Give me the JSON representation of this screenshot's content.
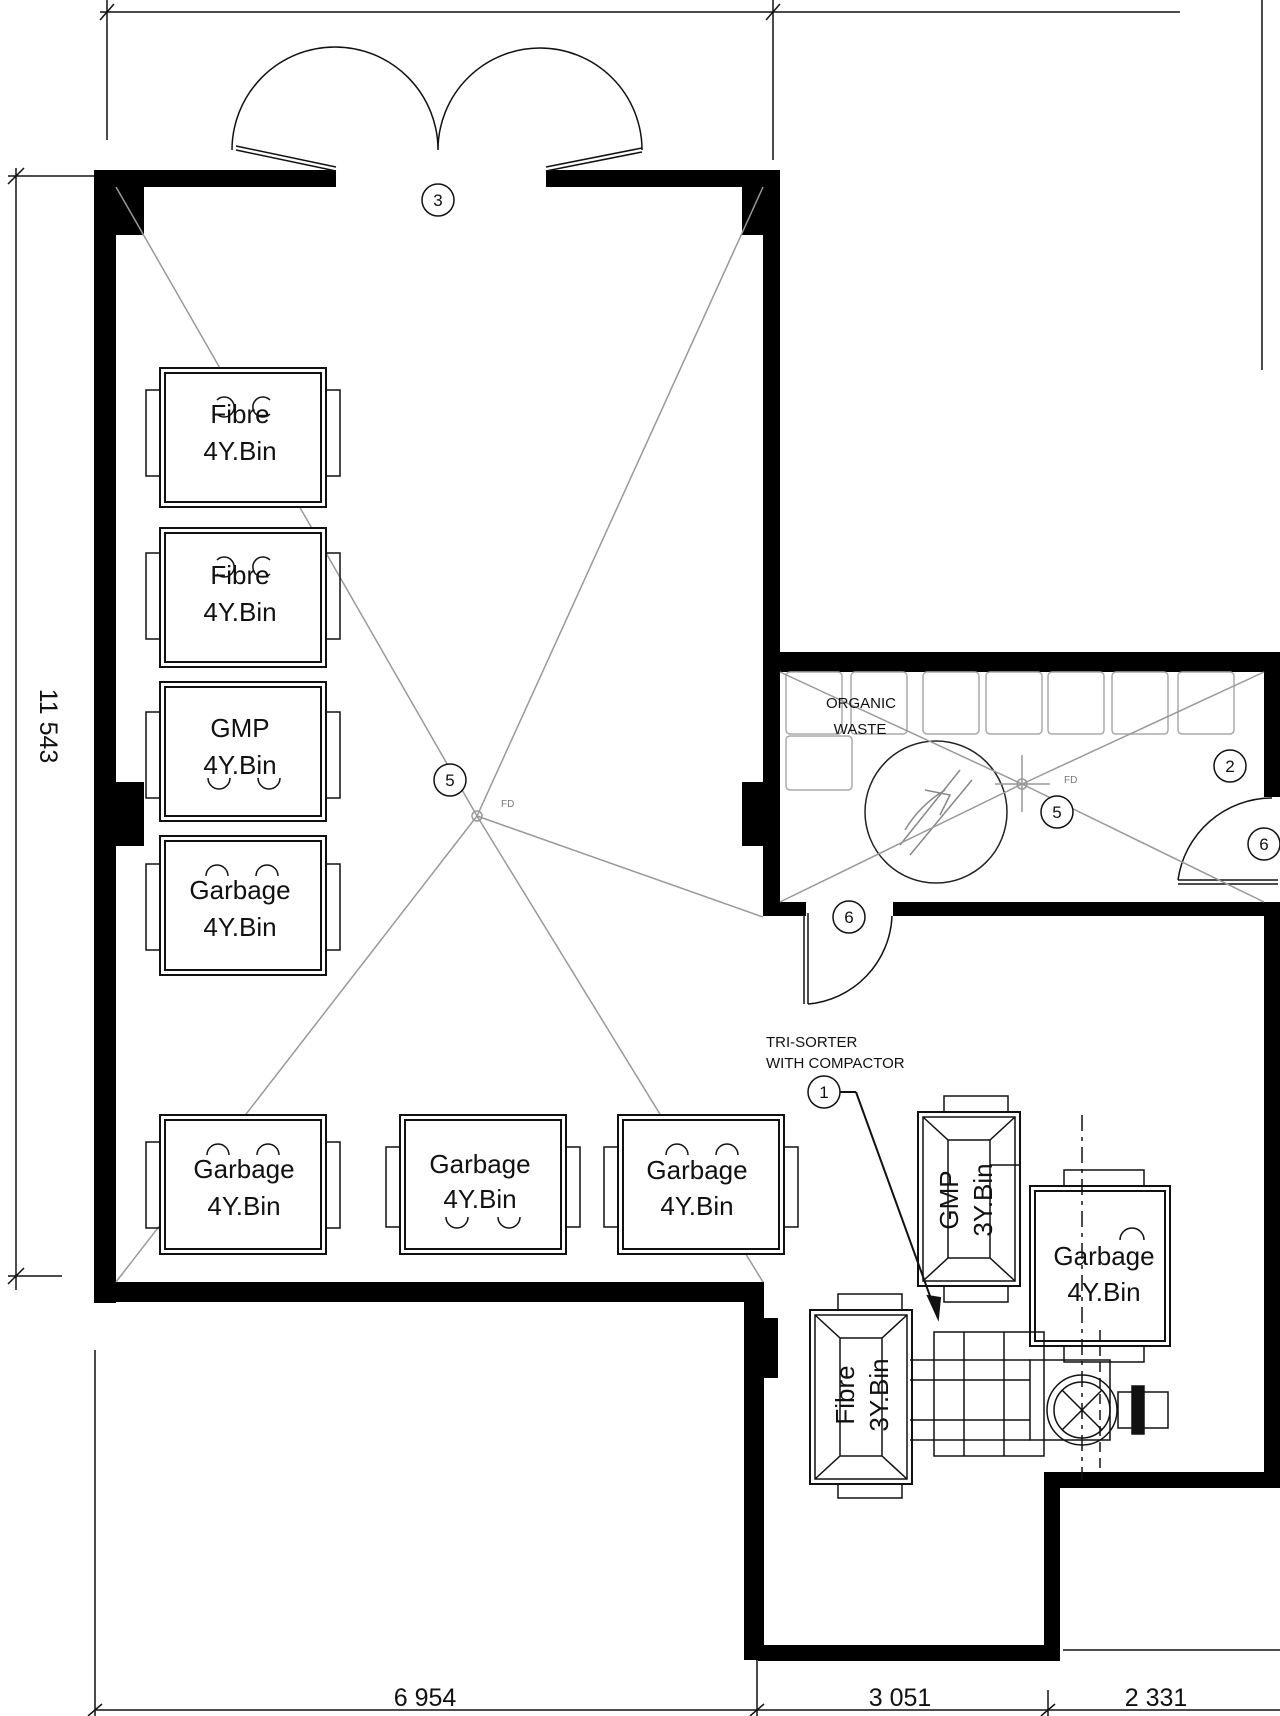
{
  "dimensions": {
    "top_left": "",
    "top_right": "",
    "left_height": "11 543",
    "bottom_left": "6 954",
    "bottom_middle": "3 051",
    "bottom_right": "2 331"
  },
  "bins": [
    {
      "line1": "Fibre",
      "line2": "4Y.Bin"
    },
    {
      "line1": "Fibre",
      "line2": "4Y.Bin"
    },
    {
      "line1": "GMP",
      "line2": "4Y.Bin"
    },
    {
      "line1": "Garbage",
      "line2": "4Y.Bin"
    },
    {
      "line1": "Garbage",
      "line2": "4Y.Bin"
    },
    {
      "line1": "Garbage",
      "line2": "4Y.Bin"
    },
    {
      "line1": "Garbage",
      "line2": "4Y.Bin"
    },
    {
      "line1": "Garbage",
      "line2": "4Y.Bin"
    }
  ],
  "rotated_bins": [
    {
      "line1": "GMP",
      "line2": "3Y.Bin"
    },
    {
      "line1": "Fibre",
      "line2": "3Y.Bin"
    }
  ],
  "notes": {
    "organic_line1": "ORGANIC",
    "organic_line2": "WASTE",
    "trisorter_line1": "TRI-SORTER",
    "trisorter_line2": "WITH COMPACTOR",
    "floor_drain": "FD"
  },
  "tags": {
    "t1": "1",
    "t2": "2",
    "t3": "3",
    "t5": "5",
    "t6": "6"
  }
}
